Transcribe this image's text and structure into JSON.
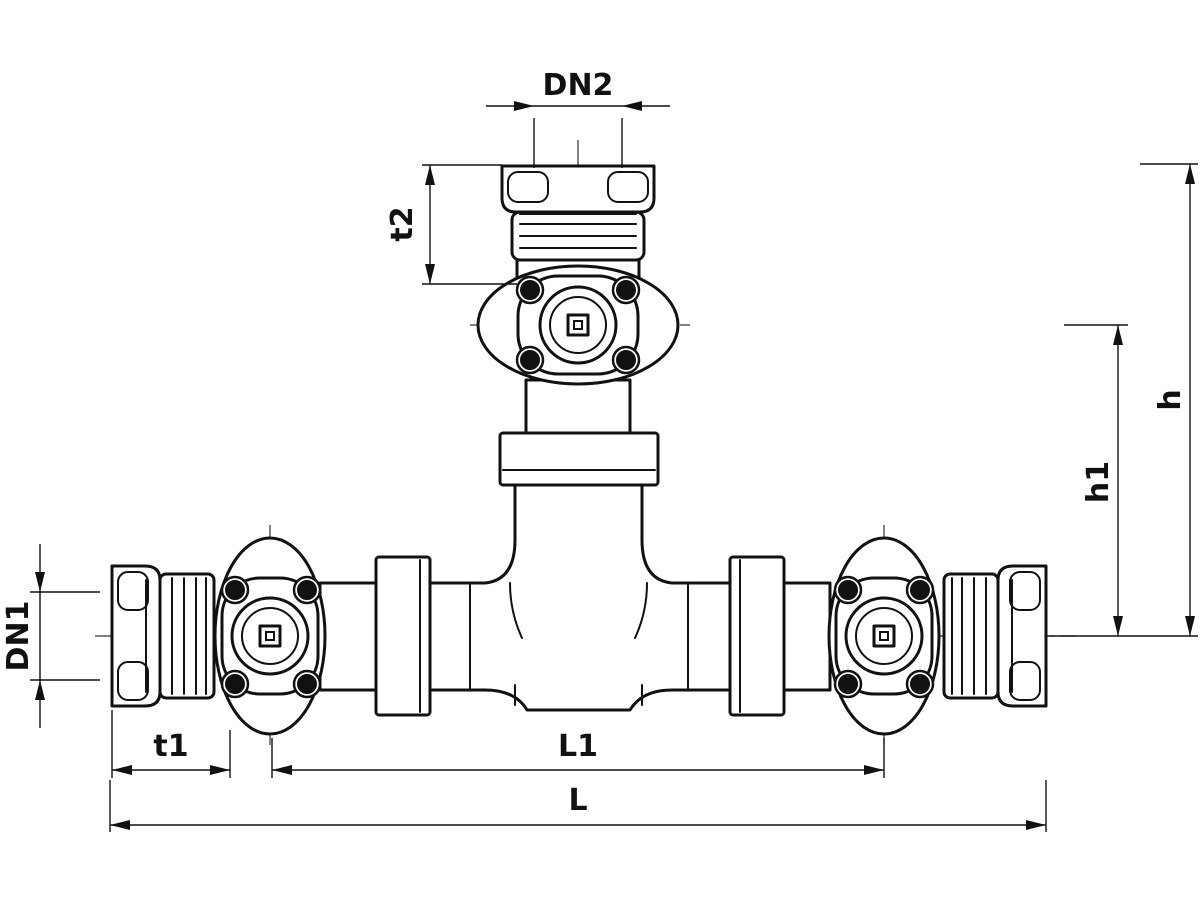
{
  "labels": {
    "dn2": "DN2",
    "t2": "t2",
    "h": "h",
    "h1": "h1",
    "dn1": "DN1",
    "t1": "t1",
    "l1": "L1",
    "l": "L"
  }
}
